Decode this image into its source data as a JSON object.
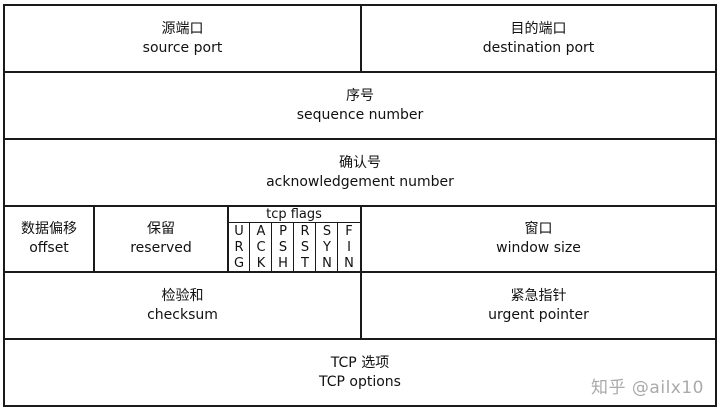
{
  "fields": {
    "source_port": {
      "cn": "源端口",
      "en": "source port"
    },
    "destination_port": {
      "cn": "目的端口",
      "en": "destination port"
    },
    "sequence_number": {
      "cn": "序号",
      "en": "sequence number"
    },
    "ack_number": {
      "cn": "确认号",
      "en": "acknowledgement number"
    },
    "offset": {
      "cn": "数据偏移",
      "en": "offset"
    },
    "reserved": {
      "cn": "保留",
      "en": "reserved"
    },
    "tcp_flags": {
      "title": "tcp flags",
      "flags": [
        [
          "U",
          "R",
          "G"
        ],
        [
          "A",
          "C",
          "K"
        ],
        [
          "P",
          "S",
          "H"
        ],
        [
          "R",
          "S",
          "T"
        ],
        [
          "S",
          "Y",
          "N"
        ],
        [
          "F",
          "I",
          "N"
        ]
      ]
    },
    "window": {
      "cn": "窗口",
      "en": "window size"
    },
    "checksum": {
      "cn": "检验和",
      "en": "checksum"
    },
    "urgent_pointer": {
      "cn": "紧急指针",
      "en": "urgent pointer"
    },
    "options": {
      "cn": "TCP 选项",
      "en": "TCP options"
    }
  },
  "watermark": "知乎 @ailx10",
  "colors": {
    "line": "#1a1a1a",
    "text": "#111111",
    "watermark": "#aaaaaa"
  }
}
